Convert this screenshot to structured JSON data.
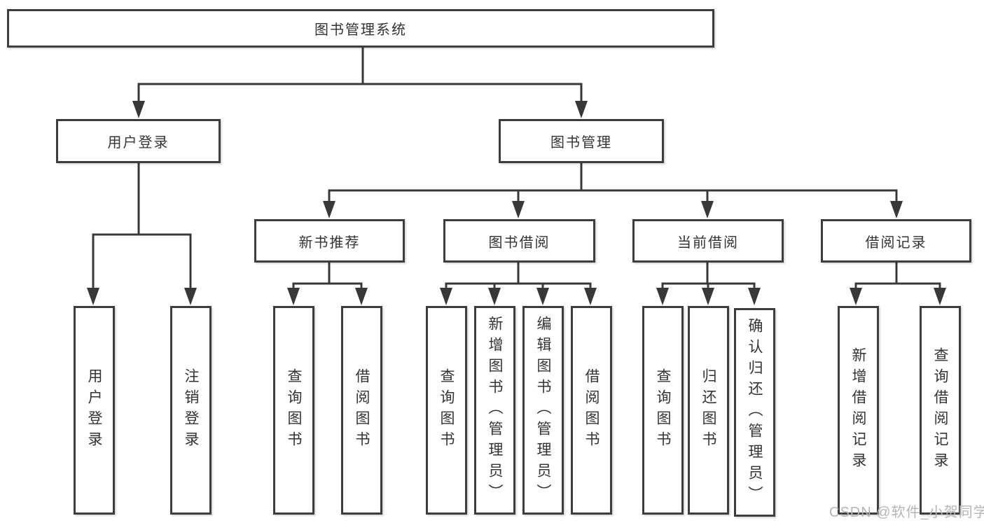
{
  "diagram": {
    "root": {
      "label": "图书管理系统"
    },
    "branches": [
      {
        "label": "用户登录",
        "children": [
          {
            "label": "用户登录"
          },
          {
            "label": "注销登录"
          }
        ]
      },
      {
        "label": "图书管理",
        "children": [
          {
            "label": "新书推荐",
            "children": [
              {
                "label": "查询图书"
              },
              {
                "label": "借阅图书"
              }
            ]
          },
          {
            "label": "图书借阅",
            "children": [
              {
                "label": "查询图书"
              },
              {
                "label": "新增图书（管理员）"
              },
              {
                "label": "编辑图书（管理员）"
              },
              {
                "label": "借阅图书"
              }
            ]
          },
          {
            "label": "当前借阅",
            "children": [
              {
                "label": "查询图书"
              },
              {
                "label": "归还图书"
              },
              {
                "label": "确认归还（管理员）"
              }
            ]
          },
          {
            "label": "借阅记录",
            "children": [
              {
                "label": "新增借阅记录"
              },
              {
                "label": "查询借阅记录"
              }
            ]
          }
        ]
      }
    ]
  },
  "watermark": {
    "text": "CSDN @软件_小贺同学"
  },
  "colors": {
    "line": "#383838",
    "border": "#3d3d3d",
    "text": "#333333",
    "watermark": "#b5b5b5",
    "background": "#ffffff"
  }
}
